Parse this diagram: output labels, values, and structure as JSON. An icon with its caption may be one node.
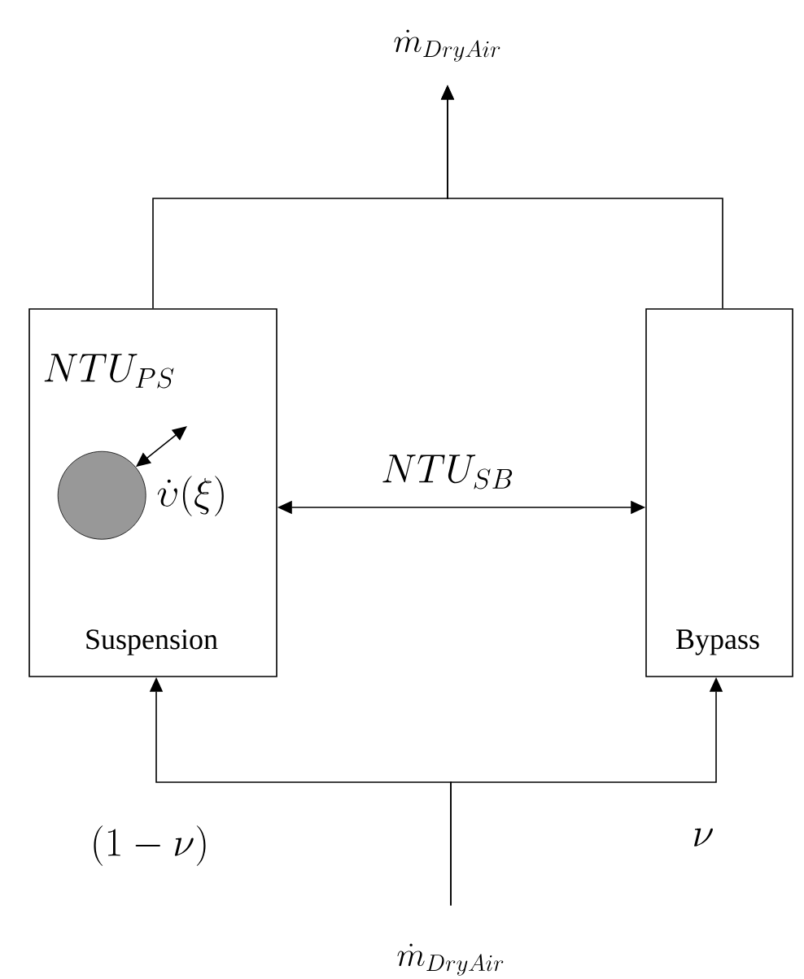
{
  "diagram": {
    "nodes": [
      {
        "text": [
          "NTU_{PS}",
          "\\dot{\\upsilon}(\\xi)",
          "Suspension"
        ]
      },
      {
        "text": [
          "Bypass"
        ]
      },
      {
        "text": [],
        "shape": "circle",
        "in": 0
      },
      {
        "text": [
          "\\dot{m}_{DryAir}"
        ]
      },
      {
        "text": [
          "\\dot{m}_{DryAir}"
        ]
      }
    ],
    "edges": [
      {
        "from": 0,
        "to": 3,
        "arrow": "to"
      },
      {
        "from": 1,
        "to": 3,
        "arrow": "to"
      },
      {
        "from": 4,
        "to": 0,
        "arrow": "to",
        "label": "(1-\\nu)"
      },
      {
        "from": 4,
        "to": 1,
        "arrow": "to",
        "label": "\\nu"
      },
      {
        "from": 0,
        "to": 1,
        "arrow": "both",
        "label": "NTU_{SB}"
      },
      {
        "from": 2,
        "to": null,
        "arrow": "both"
      }
    ]
  }
}
